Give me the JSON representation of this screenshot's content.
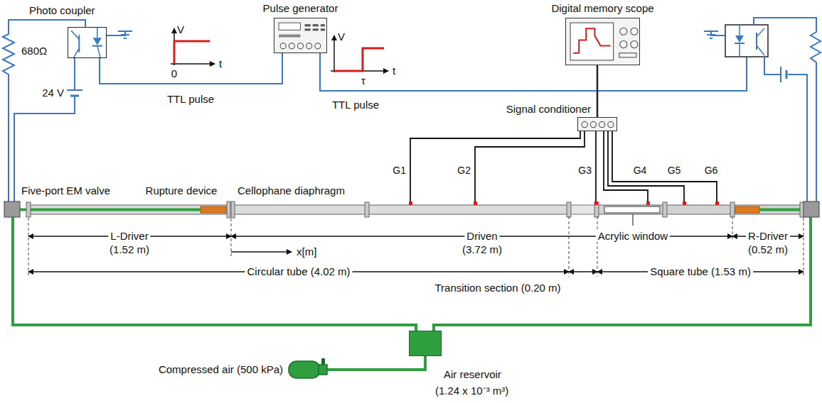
{
  "diagram": {
    "nodes": [
      {
        "text": [
          "Photo coupler"
        ]
      },
      {
        "text": [
          "Pulse generator"
        ]
      },
      {
        "text": [
          "Digital memory scope"
        ]
      },
      {
        "text": [
          "Signal conditioner"
        ]
      },
      {
        "text": [
          "Air reservoir",
          "(1.24 x 10⁻³ m³)"
        ]
      }
    ],
    "edges": [
      {
        "from": 1,
        "to": 0,
        "arrow": "none"
      },
      {
        "from": 2,
        "to": 3,
        "arrow": "none"
      }
    ],
    "labels": [
      "680Ω",
      "24 V",
      "V",
      "0",
      "t",
      "TTL pulse",
      "V",
      "τ",
      "t",
      "TTL pulse",
      "G1",
      "G2",
      "G3",
      "G4",
      "G5",
      "G6",
      "Five-port EM valve",
      "Rupture device",
      "Cellophane diaphragm",
      "L-Driver",
      "(1.52 m)",
      "Driven",
      "(3.72 m)",
      "Acrylic window",
      "R-Driver",
      "(0.52 m)",
      "x[m]",
      "Circular tube (4.02 m)",
      "Transition section (0.20 m)",
      "Square tube (1.53 m)",
      "Compressed air (500 kPa)"
    ]
  }
}
